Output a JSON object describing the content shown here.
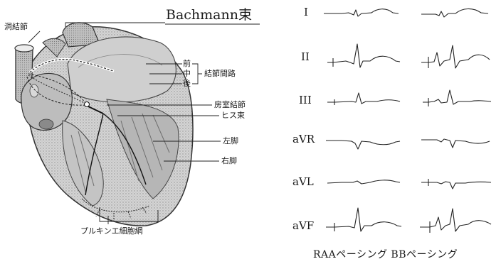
{
  "heart": {
    "label_sa_node": "洞結節",
    "label_bachmann": "Bachmann束",
    "label_ant": "前",
    "label_mid": "中",
    "label_post": "後",
    "label_internodal": "結節間路",
    "label_av_node": "房室結節",
    "label_his": "ヒス束",
    "label_left_bundle": "左脚",
    "label_right_bundle": "右脚",
    "label_purkinje": "プルキンエ細胞網"
  },
  "ecg": {
    "leads": [
      "I",
      "II",
      "III",
      "aVR",
      "aVL",
      "aVF"
    ],
    "columns": [
      "RAAペーシング",
      "BBペーシング"
    ],
    "caption": "RAAペーシング BBペーシング"
  }
}
